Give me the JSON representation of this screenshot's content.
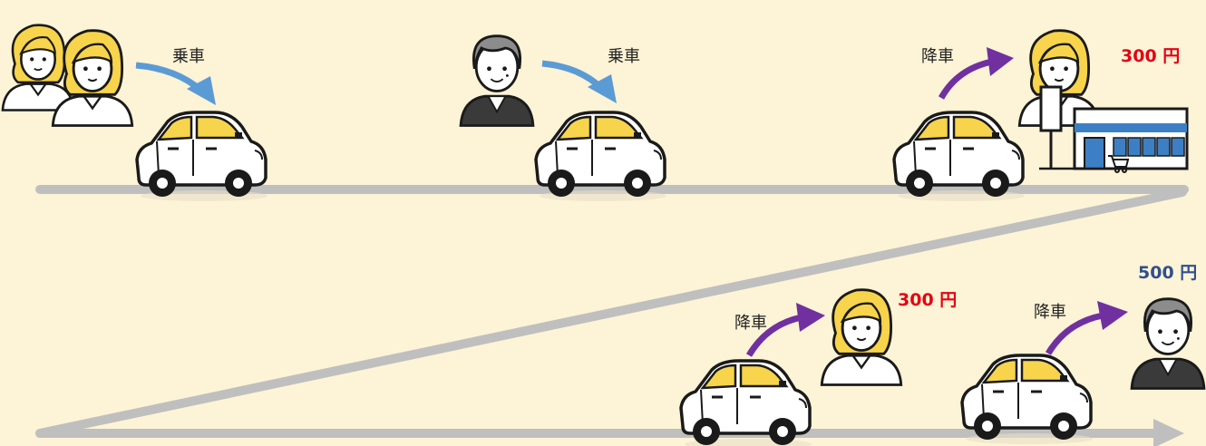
{
  "colors": {
    "background": "#fdf3d6",
    "road": "#bfbfbf",
    "board_arrow": "#5b9bd5",
    "alight_arrow": "#7030a0",
    "price_red": "#e60012",
    "price_blue": "#2f4f8f",
    "hair_yellow": "#f7d44c",
    "hair_gray": "#8c8c8c"
  },
  "row1": {
    "event1": {
      "action": "乗車"
    },
    "event2": {
      "action": "乗車"
    },
    "event3": {
      "action": "降車",
      "fare": "300 円"
    }
  },
  "row2": {
    "event1": {
      "action": "降車",
      "fare": "300 円"
    },
    "event2": {
      "action": "降車",
      "fare": "500 円"
    }
  },
  "icons": [
    "car-icon",
    "woman-icon",
    "man-icon",
    "convenience-store-icon",
    "bus-stop-icon",
    "shopping-cart-icon",
    "arrow-icon"
  ]
}
